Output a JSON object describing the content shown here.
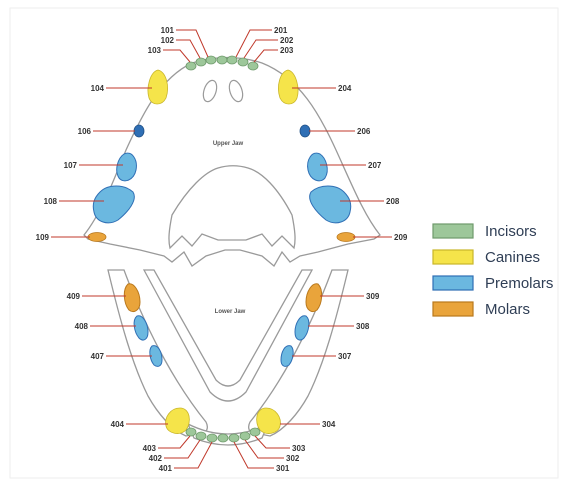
{
  "jaws": {
    "upper_label": "Upper Jaw",
    "lower_label": "Lower Jaw"
  },
  "teeth": {
    "t101": "101",
    "t102": "102",
    "t103": "103",
    "t104": "104",
    "t106": "106",
    "t107": "107",
    "t108": "108",
    "t109": "109",
    "t201": "201",
    "t202": "202",
    "t203": "203",
    "t204": "204",
    "t206": "206",
    "t207": "207",
    "t208": "208",
    "t209": "209",
    "t301": "301",
    "t302": "302",
    "t303": "303",
    "t304": "304",
    "t307": "307",
    "t308": "308",
    "t309": "309",
    "t401": "401",
    "t402": "402",
    "t403": "403",
    "t404": "404",
    "t407": "407",
    "t408": "408",
    "t409": "409"
  },
  "legend": [
    {
      "label": "Incisors",
      "color": "#9dc79a"
    },
    {
      "label": "Canines",
      "color": "#f5e44a"
    },
    {
      "label": "Premolars",
      "color": "#6bb8e0"
    },
    {
      "label": "Molars",
      "color": "#e9a43b"
    }
  ],
  "colors": {
    "incisor": "#9dc79a",
    "canine": "#f5e44a",
    "premolar": "#6bb8e0",
    "premolar_dark": "#2f6fb5",
    "molar": "#e9a43b",
    "leader": "#c0392b"
  }
}
